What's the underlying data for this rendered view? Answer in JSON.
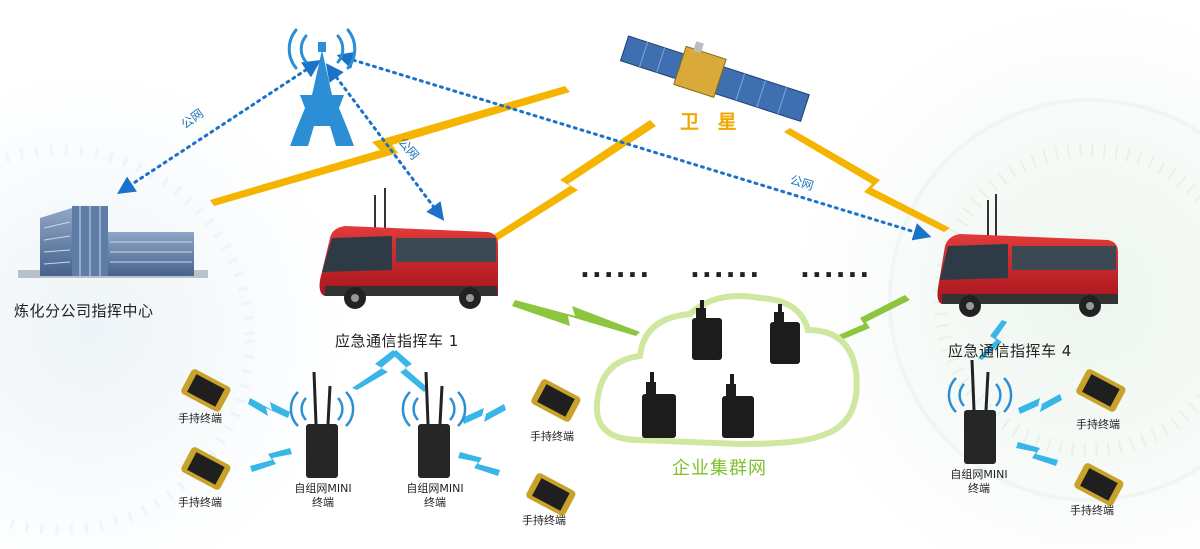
{
  "satellite": {
    "label": "卫 星"
  },
  "command_center": {
    "label": "炼化分公司指挥中心"
  },
  "vehicle_1": {
    "label": "应急通信指挥车 1"
  },
  "vehicle_4": {
    "label": "应急通信指挥车 4"
  },
  "public_network": {
    "label": "公网"
  },
  "enterprise_cluster": {
    "label": "企业集群网"
  },
  "ellipsis": "......",
  "handheld_terminal": {
    "label": "手持终端"
  },
  "mini_terminal": {
    "line1": "自组网MINI",
    "line2": "终端"
  },
  "colors": {
    "public_link": "#1a73c9",
    "satellite_link": "#f5b400",
    "cluster_link": "#8cc63f",
    "wireless_link": "#38b6e8",
    "vehicle_body": "#c8202a",
    "cluster_label": "#7fc22b",
    "satellite_label": "#f0a800"
  }
}
